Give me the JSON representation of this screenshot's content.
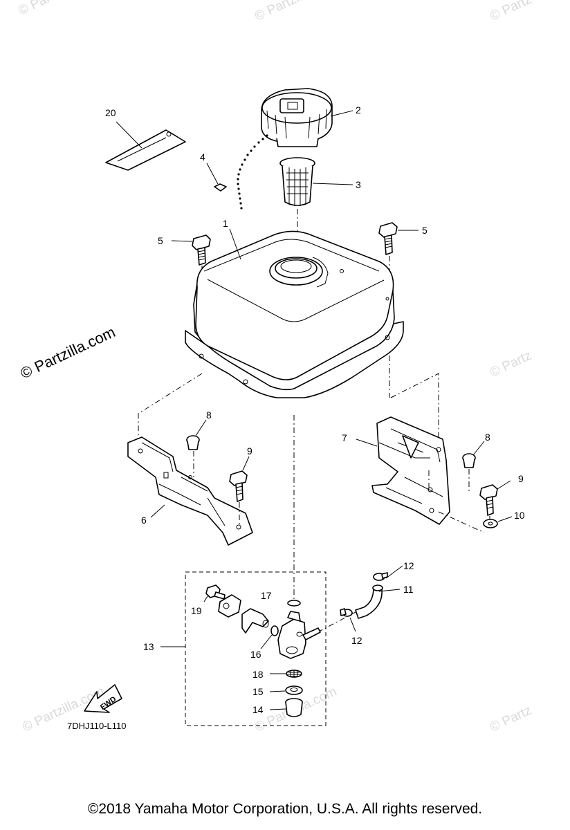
{
  "callouts": {
    "c1": "1",
    "c2": "2",
    "c3": "3",
    "c4": "4",
    "c5a": "5",
    "c5b": "5",
    "c6": "6",
    "c7": "7",
    "c8a": "8",
    "c8b": "8",
    "c9a": "9",
    "c9b": "9",
    "c10": "10",
    "c11": "11",
    "c12a": "12",
    "c12b": "12",
    "c13": "13",
    "c14": "14",
    "c15": "15",
    "c16": "16",
    "c17": "17",
    "c18": "18",
    "c19": "19",
    "c20": "20"
  },
  "fwd_label": "FWD",
  "diagram_code": "7DHJ110-L110",
  "watermark_main": "© Partzilla.com",
  "watermark_faint": "© Partzilla.com",
  "watermark_short": "© Partz",
  "copyright": "©2018  Yamaha Motor Corporation, U.S.A. All rights reserved."
}
